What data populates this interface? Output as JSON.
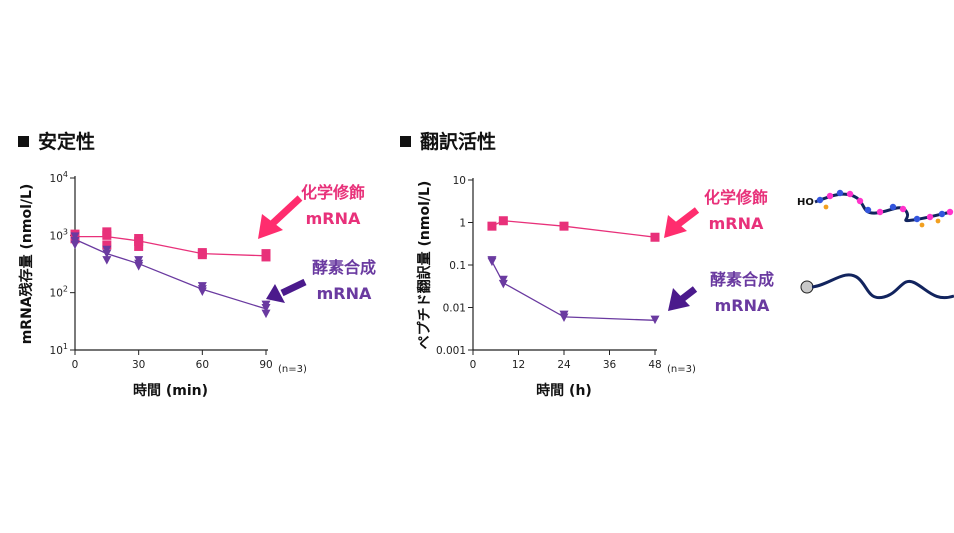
{
  "page": {
    "bullet_char": "■",
    "heading_stability": "安定性",
    "heading_translation": "翻訳活性"
  },
  "labels": {
    "chem_line1": "化学修飾",
    "chem_line2": "mRNA",
    "enz_line1": "酵素合成",
    "enz_line2": "mRNA",
    "ho_label": "HO",
    "colors": {
      "chem": "#e8317a",
      "enz": "#6a3aa0",
      "arrow_chem": "#ff2d6e",
      "arrow_enz": "#4b1a8c",
      "strand": "#12245e"
    }
  },
  "chart_data": [
    {
      "type": "scatter",
      "xlabel": "時間 (min)",
      "ylabel": "mRNA残存量 (nmol/L)",
      "note": "(n=3)",
      "xlim": [
        0,
        90
      ],
      "xticks": [
        0,
        30,
        60,
        90
      ],
      "ylog": true,
      "ylim": [
        10,
        10000
      ],
      "yticks": [
        {
          "value": 10,
          "label": "10^1"
        },
        {
          "value": 100,
          "label": "10^2"
        },
        {
          "value": 1000,
          "label": "10^3"
        },
        {
          "value": 10000,
          "label": "10^4"
        }
      ],
      "series": [
        {
          "name": "化学修飾 mRNA",
          "marker": "square",
          "x": [
            0,
            15,
            30,
            60,
            90
          ],
          "mean": [
            950,
            950,
            800,
            480,
            440
          ],
          "points": [
            [
              0,
              1050
            ],
            [
              0,
              950
            ],
            [
              0,
              870
            ],
            [
              15,
              1150
            ],
            [
              15,
              1000
            ],
            [
              15,
              680
            ],
            [
              30,
              880
            ],
            [
              30,
              780
            ],
            [
              30,
              640
            ],
            [
              60,
              500
            ],
            [
              60,
              460
            ],
            [
              90,
              480
            ],
            [
              90,
              420
            ]
          ]
        },
        {
          "name": "酵素合成 mRNA",
          "marker": "triangle-down",
          "x": [
            0,
            15,
            30,
            60,
            90
          ],
          "mean": [
            850,
            480,
            320,
            115,
            52
          ],
          "points": [
            [
              0,
              960
            ],
            [
              0,
              800
            ],
            [
              0,
              690
            ],
            [
              15,
              560
            ],
            [
              15,
              480
            ],
            [
              15,
              370
            ],
            [
              30,
              370
            ],
            [
              30,
              320
            ],
            [
              30,
              290
            ],
            [
              60,
              130
            ],
            [
              60,
              115
            ],
            [
              60,
              105
            ],
            [
              90,
              62
            ],
            [
              90,
              54
            ],
            [
              90,
              43
            ]
          ]
        }
      ]
    },
    {
      "type": "scatter",
      "xlabel": "時間 (h)",
      "ylabel": "ペプチド翻訳量 (nmol/L)",
      "note": "(n=3)",
      "xlim": [
        0,
        48
      ],
      "xticks": [
        0,
        12,
        24,
        36,
        48
      ],
      "ylog": true,
      "ylim": [
        0.001,
        10
      ],
      "yticks": [
        {
          "value": 0.001,
          "label": "0.001"
        },
        {
          "value": 0.01,
          "label": "0.01"
        },
        {
          "value": 0.1,
          "label": "0.1"
        },
        {
          "value": 1,
          "label": "1"
        },
        {
          "value": 10,
          "label": "10"
        }
      ],
      "series": [
        {
          "name": "化学修飾 mRNA",
          "marker": "square",
          "x": [
            5,
            8,
            24,
            48
          ],
          "mean": [
            0.82,
            1.1,
            0.82,
            0.45
          ],
          "points": [
            [
              5,
              0.82
            ],
            [
              8,
              1.1
            ],
            [
              24,
              0.82
            ],
            [
              48,
              0.45
            ]
          ]
        },
        {
          "name": "酵素合成 mRNA",
          "marker": "triangle-down",
          "x": [
            5,
            8,
            24,
            48
          ],
          "mean": [
            0.12,
            0.038,
            0.006,
            0.005
          ],
          "points": [
            [
              5,
              0.13
            ],
            [
              5,
              0.12
            ],
            [
              8,
              0.045
            ],
            [
              8,
              0.036
            ],
            [
              24,
              0.0068
            ],
            [
              24,
              0.0058
            ],
            [
              48,
              0.0052
            ]
          ]
        }
      ]
    }
  ]
}
